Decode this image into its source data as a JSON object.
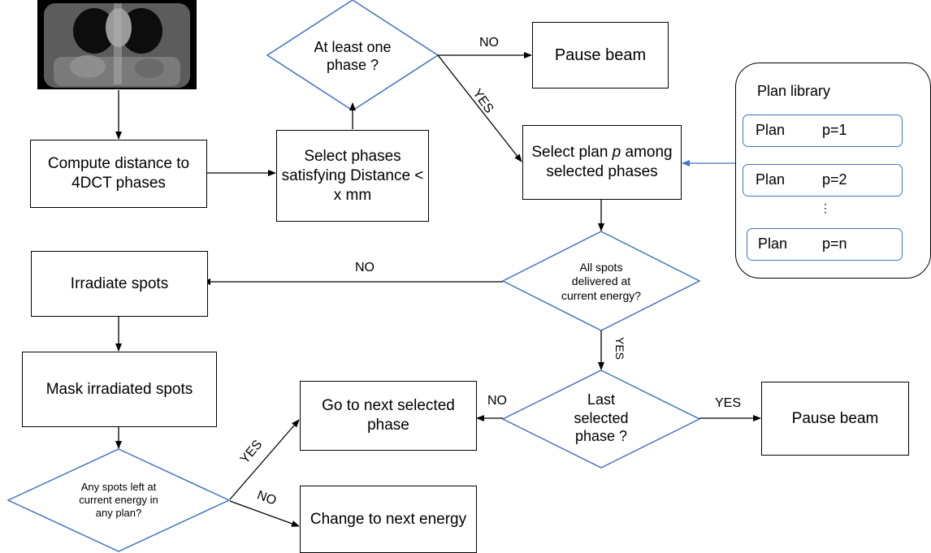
{
  "ct_image": {
    "alt_icon": "ct-scan-image"
  },
  "boxes": {
    "compute_distance": "Compute distance to 4DCT phases",
    "select_phases": "Select phases satisfying Distance < x mm",
    "pause_beam_top": "Pause beam",
    "select_plan_pre": "Select plan ",
    "select_plan_var": "p",
    "select_plan_post": " among selected phases",
    "irradiate_spots": "Irradiate spots",
    "mask_spots": "Mask irradiated spots",
    "go_next_phase": "Go to next selected phase",
    "pause_beam_bottom": "Pause beam",
    "change_energy": "Change to next energy"
  },
  "decisions": {
    "at_least_one": "At least one phase ?",
    "all_spots": "All spots delivered at current energy?",
    "last_phase": "Last selected phase ?",
    "any_spots": "Any spots left at current energy in any plan?"
  },
  "edge_labels": {
    "no_1": "NO",
    "yes_1": "YES",
    "no_2": "NO",
    "yes_2": "YES",
    "no_3": "NO",
    "yes_3": "YES",
    "yes_4": "YES",
    "no_4": "NO"
  },
  "library": {
    "title": "Plan library",
    "plans": [
      {
        "label": "Plan",
        "index": "p=1"
      },
      {
        "label": "Plan",
        "index": "p=2"
      },
      {
        "label": "Plan",
        "index": "p=n"
      }
    ],
    "ellipsis": "⋮"
  },
  "colors": {
    "diamond_stroke": "#4472c4",
    "plan_arrow": "#4472c4"
  }
}
